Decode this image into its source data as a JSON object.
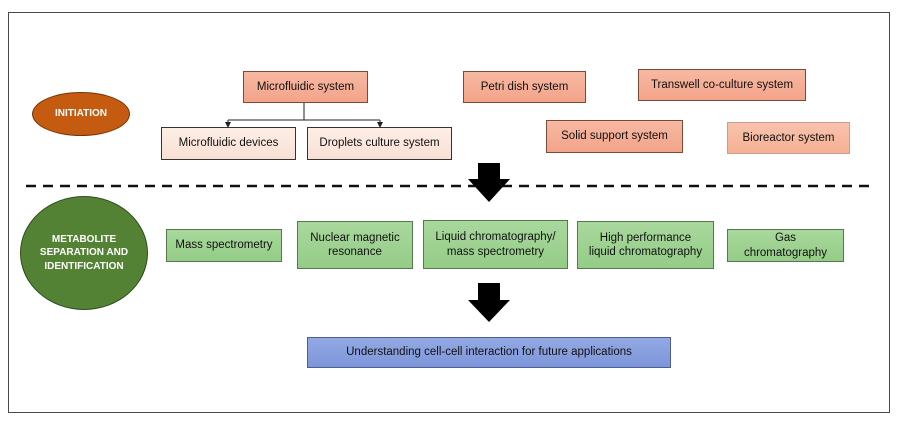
{
  "stages": {
    "initiation_label": "INITIATION",
    "metabolite_label": "METABOLITE SEPARATION AND IDENTIFICATION"
  },
  "culture_systems": {
    "microfluidic": "Microfluidic system",
    "microfluidic_devices": "Microfluidic devices",
    "droplets": "Droplets culture system",
    "petri": "Petri dish system",
    "transwell": "Transwell co-culture system",
    "solid_support": "Solid support system",
    "bioreactor": "Bioreactor system"
  },
  "techniques": {
    "ms": "Mass spectrometry",
    "nmr": "Nuclear magnetic resonance",
    "lcms": "Liquid chromatography/ mass spectrometry",
    "hplc": "High performance liquid chromatography",
    "gc": "Gas chromatography"
  },
  "outcome": {
    "label": "Understanding cell-cell interaction for future applications"
  },
  "colors": {
    "initiation": "#c55a11",
    "metabolite": "#548235",
    "culture_box": "#f4a98e",
    "technique_box": "#9fd292",
    "outcome_box": "#8ea2df"
  }
}
